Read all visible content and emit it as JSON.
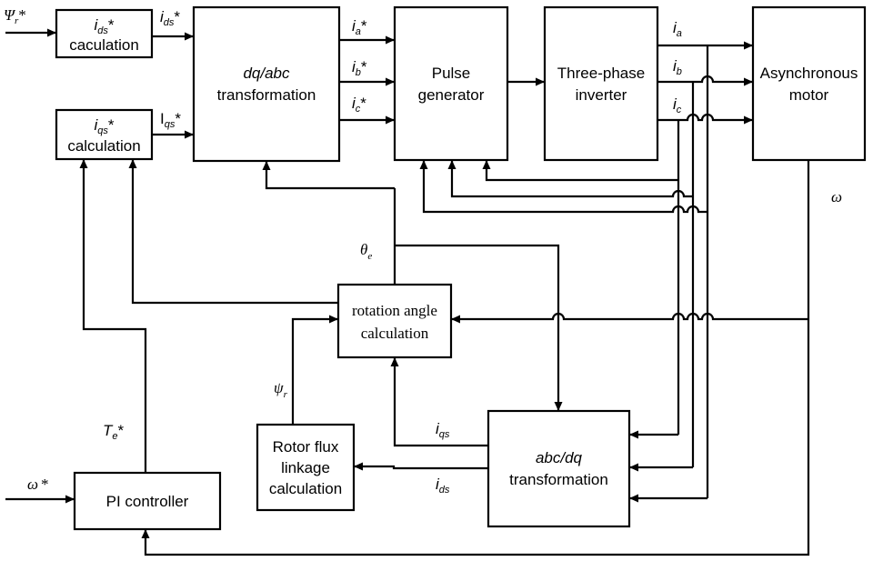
{
  "blocks": {
    "ids_calc": {
      "line1": "i",
      "line1_sub": "ds",
      "line1_sup": "*",
      "line2": "caculation"
    },
    "iqs_calc": {
      "line1": "i",
      "line1_sub": "qs",
      "line1_sup": "*",
      "line2": "calculation"
    },
    "dqabc": {
      "line1": "dq/abc",
      "line2": "transformation"
    },
    "pulse": {
      "line1": "Pulse",
      "line2": "generator"
    },
    "inverter": {
      "line1": "Three-phase",
      "line2": "inverter"
    },
    "motor": {
      "line1": "Asynchronous",
      "line2": "motor"
    },
    "rotation": {
      "line1": "rotation angle",
      "line2": "calculation"
    },
    "abcdq": {
      "line1": "abc/dq",
      "line2": "transformation"
    },
    "rotor_flux": {
      "line1": "Rotor flux",
      "line2": "linkage",
      "line3": "calculation"
    },
    "pi": {
      "line1": "PI controller"
    }
  },
  "signals": {
    "psi_r_star": {
      "base": "Ψ",
      "sub": "r",
      "sup": "*"
    },
    "ids_star": {
      "base": "i",
      "sub": "ds",
      "sup": "*"
    },
    "iqs_star": {
      "base": "I",
      "sub": "qs",
      "sup": "*"
    },
    "ia_star": {
      "base": "i",
      "sub": "a",
      "sup": "*"
    },
    "ib_star": {
      "base": "i",
      "sub": "b",
      "sup": "*"
    },
    "ic_star": {
      "base": "i",
      "sub": "c",
      "sup": "*"
    },
    "ia": {
      "base": "i",
      "sub": "a"
    },
    "ib": {
      "base": "i",
      "sub": "b"
    },
    "ic": {
      "base": "i",
      "sub": "c"
    },
    "omega": {
      "base": "ω"
    },
    "theta_e": {
      "base": "θ",
      "sub": "e"
    },
    "psi_r": {
      "base": "ψ",
      "sub": "r"
    },
    "te_star": {
      "base": "T",
      "sub": "e",
      "sup": "*"
    },
    "iqs": {
      "base": "i",
      "sub": "qs"
    },
    "ids": {
      "base": "i",
      "sub": "ds"
    },
    "omega_star": {
      "base": "ω",
      "sup": "*"
    }
  }
}
